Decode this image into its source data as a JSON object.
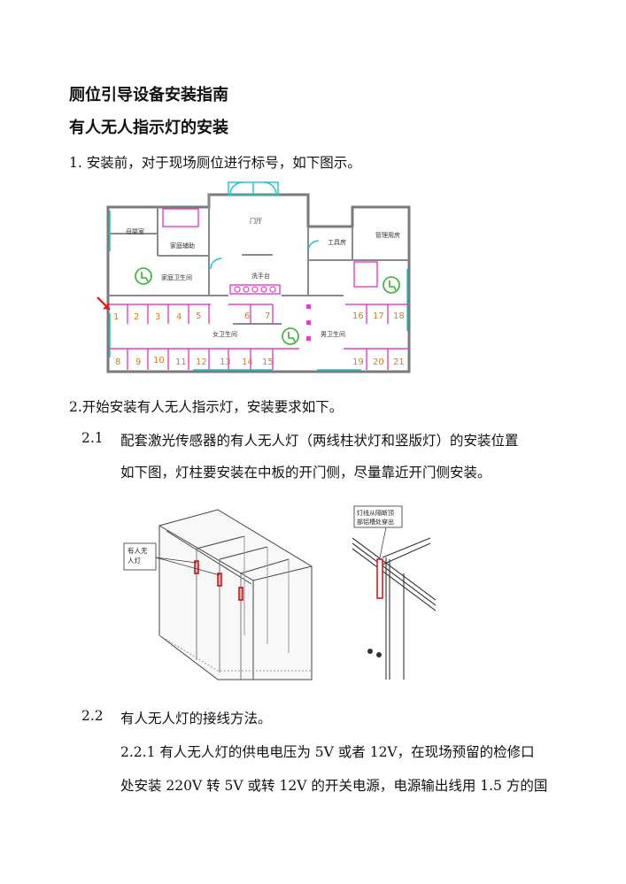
{
  "doc": {
    "title": "厕位引导设备安装指南",
    "section": "有人无人指示灯的安装",
    "step1": "1. 安装前，对于现场厕位进行标号，如下图示。",
    "step2": "2.开始安装有人无人指示灯，安装要求如下。",
    "s21_num": "2.1",
    "s21_a": "配套激光传感器的有人无人灯（两线柱状灯和竖版灯）的安装位置",
    "s21_b": "如下图，灯柱要安装在中板的开门侧，尽量靠近开门侧安装。",
    "s22_num": "2.2",
    "s22": "有人无人灯的接线方法。",
    "s221_a": "2.2.1 有人无人灯的供电电压为 5V 或者 12V，在现场预留的检修口",
    "s221_b": "处安装 220V 转 5V 或转 12V 的开关电源，电源输出线用 1.5 方的国"
  },
  "plan": {
    "rooms": {
      "mother": "母婴室",
      "lobby": "门厅",
      "family_room": "家庭卫生间",
      "family_sub": "家庭辅助",
      "tools": "工具房",
      "manage": "管理用房",
      "sinks": "洗手台",
      "female": "女卫生间",
      "male": "男卫生间"
    },
    "stalls_top_left": [
      "1",
      "2",
      "3",
      "4",
      "5"
    ],
    "stalls_top_mid": [
      "6",
      "7"
    ],
    "stalls_top_right": [
      "16",
      "17",
      "18"
    ],
    "stalls_bottom_left": [
      "8",
      "9",
      "10",
      "11",
      "12",
      "13",
      "14",
      "15"
    ],
    "stalls_bottom_right": [
      "19",
      "20",
      "21"
    ],
    "number_color": "#e07a10",
    "wall_color": "#7a7a7a",
    "partition_color": "#e040c8",
    "door_color": "#22c0c8"
  },
  "iso": {
    "label_left": [
      "有人无",
      "人灯"
    ],
    "label_right": [
      "灯线从隔断顶",
      "部铝槽处穿出"
    ],
    "lamp_color": "#d01010"
  }
}
